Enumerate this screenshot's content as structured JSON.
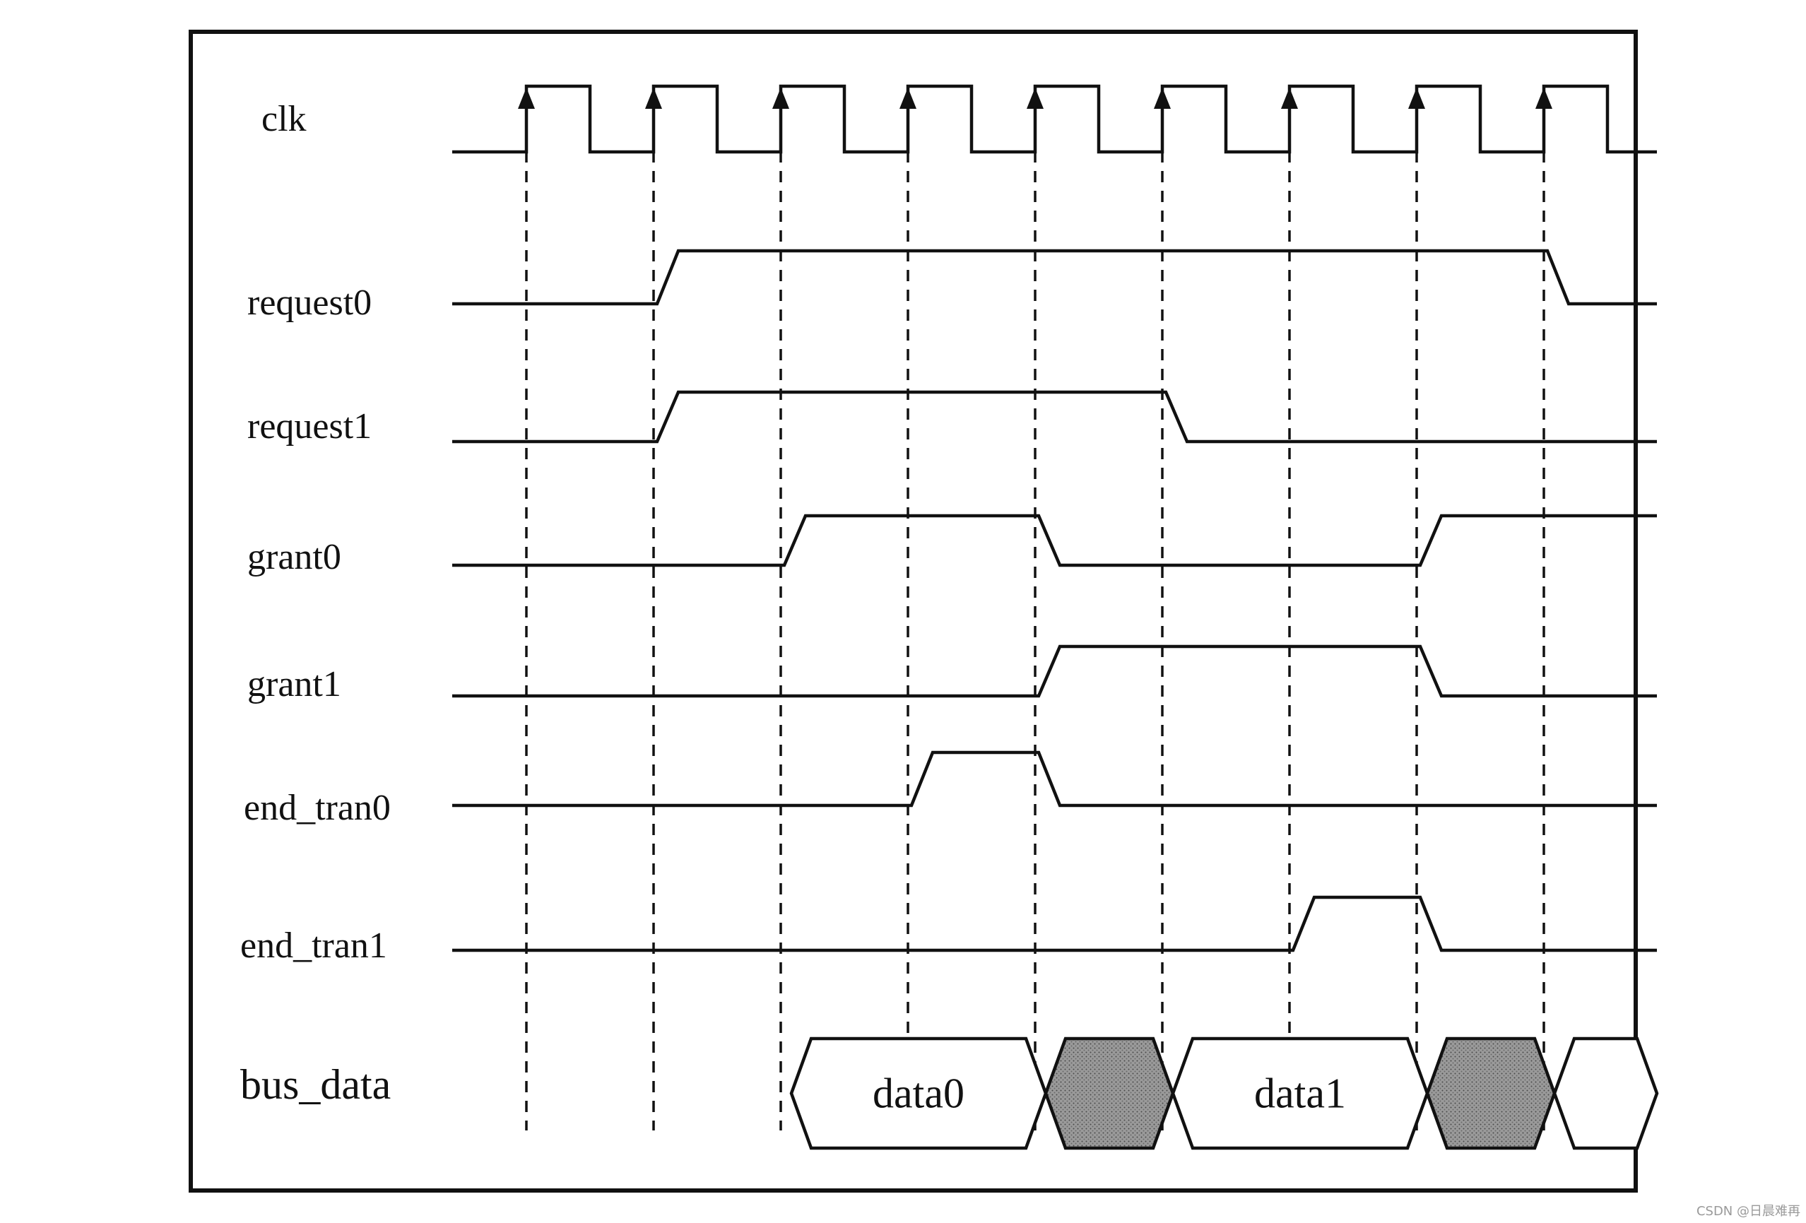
{
  "signals": [
    {
      "name": "clk",
      "kind": "clock"
    },
    {
      "name": "request0",
      "kind": "logic",
      "initial": 0,
      "transitions": [
        1,
        8
      ]
    },
    {
      "name": "request1",
      "kind": "logic",
      "initial": 0,
      "transitions": [
        1,
        5
      ]
    },
    {
      "name": "grant0",
      "kind": "logic",
      "initial": 0,
      "transitions": [
        2,
        4,
        7
      ]
    },
    {
      "name": "grant1",
      "kind": "logic",
      "initial": 0,
      "transitions": [
        4,
        7
      ]
    },
    {
      "name": "end_tran0",
      "kind": "logic",
      "initial": 0,
      "transitions": [
        3,
        4
      ]
    },
    {
      "name": "end_tran1",
      "kind": "logic",
      "initial": 0,
      "transitions": [
        6,
        7
      ]
    },
    {
      "name": "bus_data",
      "kind": "bus",
      "segments": [
        {
          "label": "data0",
          "from": 2,
          "to": 4,
          "fill": "open"
        },
        {
          "label": "",
          "from": 4,
          "to": 5,
          "fill": "hatched"
        },
        {
          "label": "data1",
          "from": 5,
          "to": 7,
          "fill": "open"
        },
        {
          "label": "",
          "from": 7,
          "to": 8,
          "fill": "hatched"
        },
        {
          "label": "",
          "from": 8,
          "to": 9,
          "fill": "open"
        }
      ]
    }
  ],
  "clock_edges": 9,
  "watermark": "CSDN @日晨难再",
  "colors": {
    "line": "#111111",
    "hatch": "#8c8c8c",
    "background": "#ffffff"
  }
}
